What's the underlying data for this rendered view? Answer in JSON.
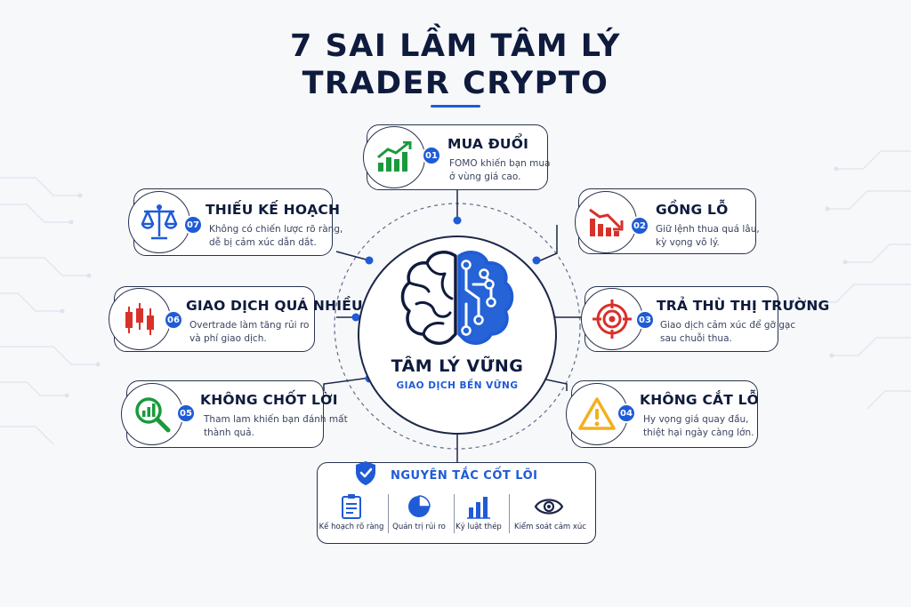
{
  "title": {
    "line1": "7 SAI LẦM TÂM LÝ",
    "line2": "TRADER CRYPTO"
  },
  "center": {
    "title": "TÂM LÝ VỮNG",
    "subtitle": "GIAO DỊCH BỀN VỮNG",
    "icon": "brain-circuit-icon"
  },
  "mistakes": [
    {
      "number": "01",
      "title": "MUA ĐUỔI",
      "desc_line1": "FOMO khiến bạn mua",
      "desc_line2": "ở vùng giá cao.",
      "icon": "rising-chart-icon"
    },
    {
      "number": "02",
      "title": "GỒNG LỖ",
      "desc_line1": "Giữ lệnh thua quá lâu,",
      "desc_line2": "kỳ vọng vô lý.",
      "icon": "falling-chart-icon"
    },
    {
      "number": "03",
      "title": "TRẢ THÙ THỊ TRƯỜNG",
      "desc_line1": "Giao dịch cảm xúc để gỡ gạc",
      "desc_line2": "sau chuỗi thua.",
      "icon": "target-icon"
    },
    {
      "number": "04",
      "title": "KHÔNG CẮT LỖ",
      "desc_line1": "Hy vọng giá quay đầu,",
      "desc_line2": "thiệt hại ngày càng lớn.",
      "icon": "warning-icon"
    },
    {
      "number": "05",
      "title": "KHÔNG CHỐT LỜI",
      "desc_line1": "Tham lam khiến bạn đánh mất",
      "desc_line2": "thành quả.",
      "icon": "magnifier-chart-icon"
    },
    {
      "number": "06",
      "title": "GIAO DỊCH QUÁ NHIỀU",
      "desc_line1": "Overtrade làm tăng rủi ro",
      "desc_line2": "và phí giao dịch.",
      "icon": "candlestick-icon"
    },
    {
      "number": "07",
      "title": "THIẾU KẾ HOẠCH",
      "desc_line1": "Không có chiến lược rõ ràng,",
      "desc_line2": "dễ bị cảm xúc dẫn dắt.",
      "icon": "balance-scale-icon"
    }
  ],
  "core": {
    "title": "NGUYÊN TẮC CỐT LÕI",
    "icon": "shield-check-icon",
    "items": [
      {
        "label": "Kế hoạch rõ ràng",
        "icon": "clipboard-icon"
      },
      {
        "label": "Quản trị rủi ro",
        "icon": "pie-chart-icon"
      },
      {
        "label": "Kỷ luật thép",
        "icon": "bar-chart-icon"
      },
      {
        "label": "Kiểm soát cảm xúc",
        "icon": "eye-icon"
      }
    ]
  },
  "colors": {
    "navy": "#0f1b3d",
    "accent_blue": "#1f5bd6",
    "green": "#1a9a3c",
    "red": "#d9302a",
    "amber": "#f2b01e"
  }
}
